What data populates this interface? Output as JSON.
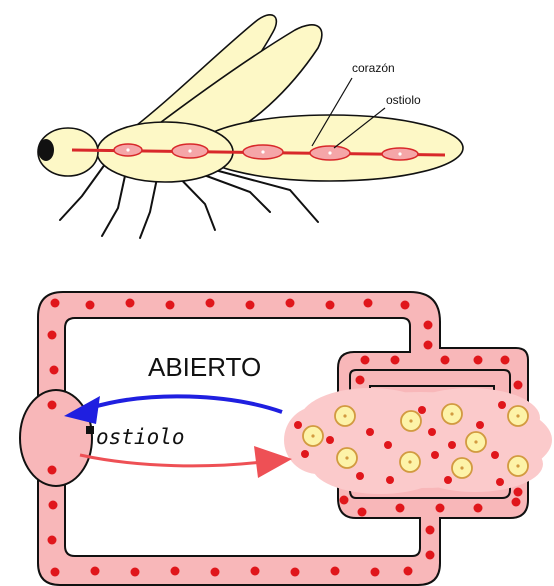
{
  "insect_labels": {
    "heart": "corazón",
    "ostiole": "ostiolo"
  },
  "circulation_labels": {
    "title": "ABIERTO",
    "ostiole": "ostiolo"
  },
  "colors": {
    "insect_body": "#fdf8c6",
    "outline": "#111111",
    "heart_red": "#d8282a",
    "vessel_fill": "#f8b7b9",
    "blood_dot": "#e0161b",
    "cell_fill": "#fdf3a8",
    "arrow_blue": "#1f1fe0",
    "arrow_red": "#ee5055"
  }
}
